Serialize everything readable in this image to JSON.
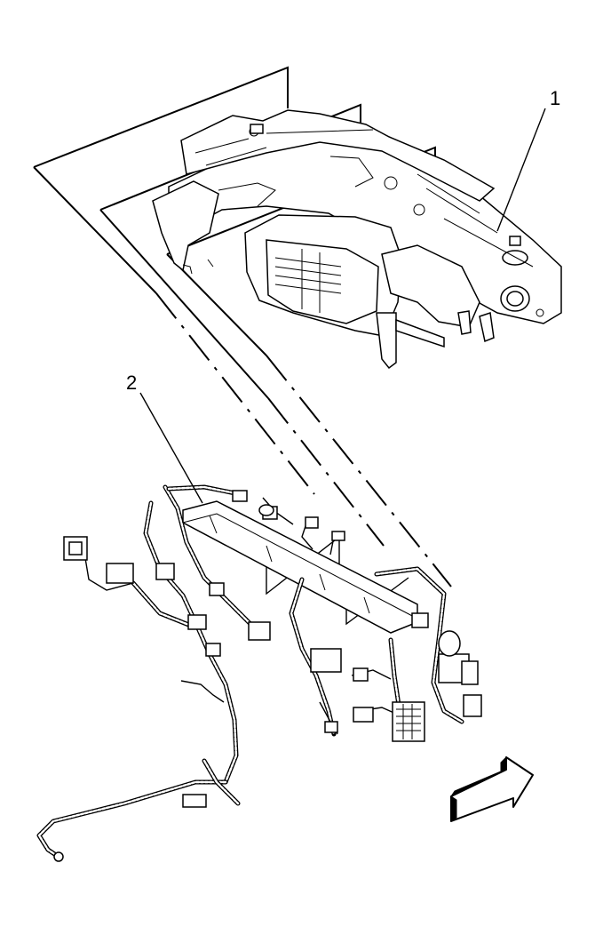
{
  "diagram": {
    "callouts": [
      {
        "id": "1",
        "label": "1"
      },
      {
        "id": "2",
        "label": "2"
      }
    ],
    "parts": [
      {
        "callout": "1",
        "icon": "instrument-panel-carrier-icon"
      },
      {
        "callout": "2",
        "icon": "wiring-harness-icon"
      }
    ],
    "direction_arrow": {
      "icon": "vehicle-front-arrow-icon"
    },
    "colors": {
      "line": "#000000",
      "background": "#ffffff",
      "arrow_fill": "#ffffff"
    }
  }
}
